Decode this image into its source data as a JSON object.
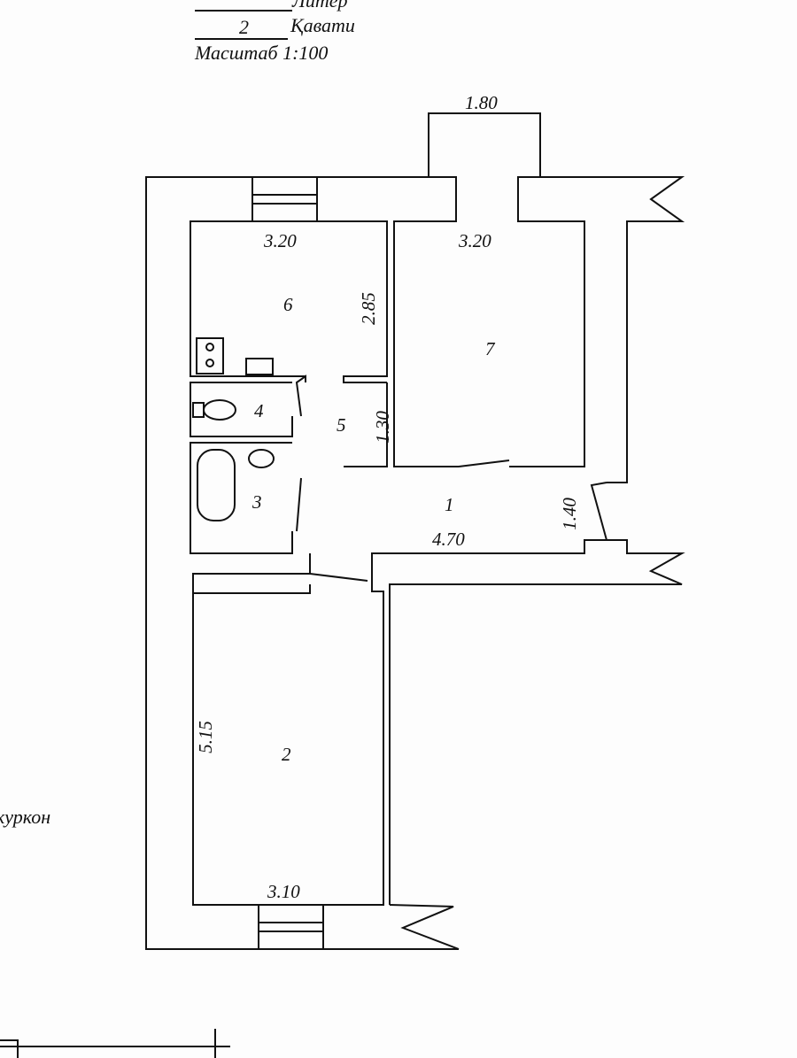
{
  "header": {
    "liter_label": "Литер",
    "floor_value": "2",
    "floor_label": "Қавати",
    "scale": "Масштаб 1:100"
  },
  "side_note": "куркон",
  "rooms": [
    {
      "number": "1",
      "width": "4.70",
      "depth": "1.40"
    },
    {
      "number": "2",
      "width": "3.10",
      "depth": "5.15"
    },
    {
      "number": "3"
    },
    {
      "number": "4"
    },
    {
      "number": "5",
      "depth": "1.30"
    },
    {
      "number": "6",
      "width": "3.20",
      "depth": "2.85"
    },
    {
      "number": "7",
      "width": "3.20"
    }
  ],
  "balcony_width": "1.80"
}
